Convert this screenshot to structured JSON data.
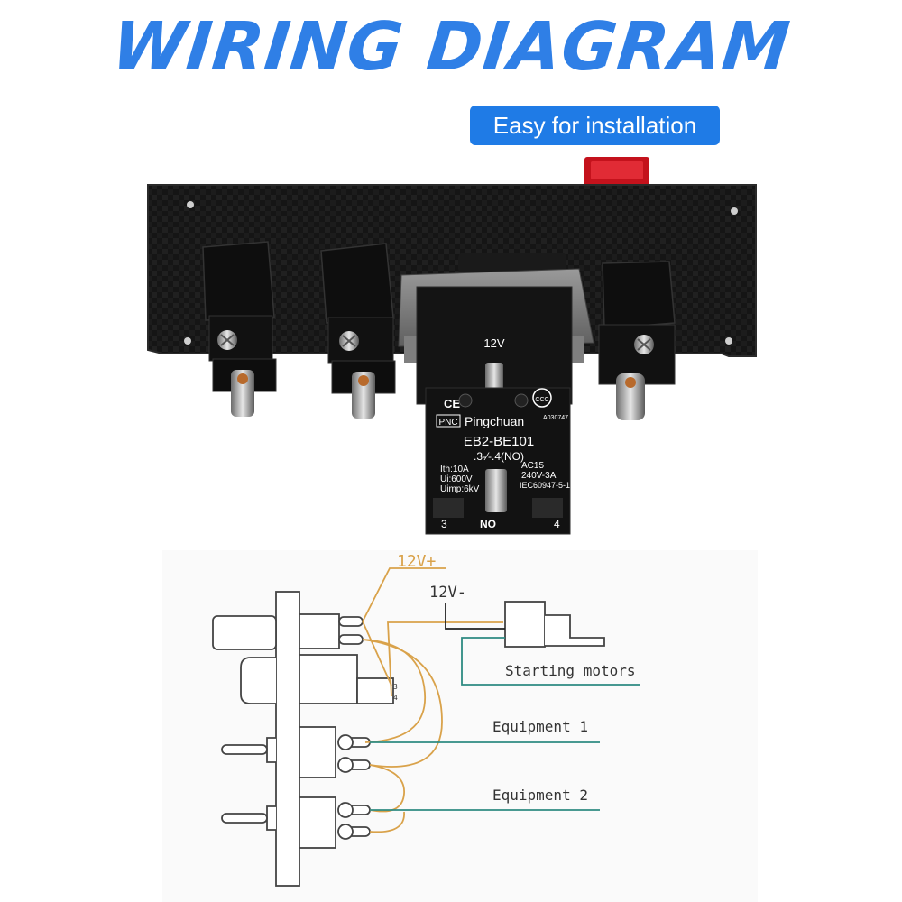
{
  "header": {
    "title": "WIRING DIAGRAM",
    "badge": "Easy for installation"
  },
  "module": {
    "voltage": "12V",
    "brand_logo": "PNC",
    "brand": "Pingchuan",
    "code": "A030747",
    "model": "EB2-BE101",
    "contact": ".3-⁄-.4(NO)",
    "spec_ith": "Ith:10A",
    "spec_ui": "Ui:600V",
    "spec_uimp": "Uimp:6kV",
    "spec_ac": "AC15",
    "spec_rating": "240V-3A",
    "spec_iec": "IEC60947-5-1",
    "terminal_left": "3",
    "terminal_mid": "NO",
    "terminal_right": "4",
    "ce_mark": "CE",
    "ccc_mark": "CCC"
  },
  "diagram": {
    "positive_label": "12V+",
    "negative_label": "12V-",
    "starter_label": "Starting motors",
    "equipment1_label": "Equipment  1",
    "equipment2_label": "Equipment  2",
    "pin3": "3",
    "pin4": "4"
  },
  "colors": {
    "title_blue": "#2f7fe6",
    "badge_blue": "#1f7be6",
    "positive_wire": "#d9a24a",
    "negative_wire": "#222222",
    "equipment_wire": "#2e8b82",
    "panel_black": "#141414"
  }
}
